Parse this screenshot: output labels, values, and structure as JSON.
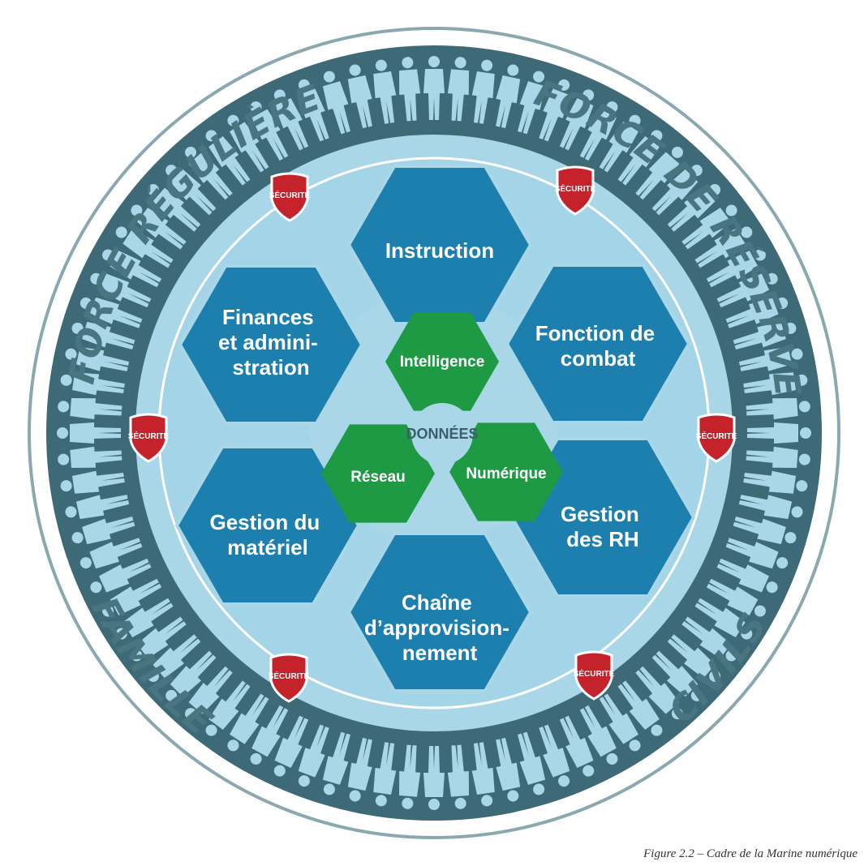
{
  "outer_labels": {
    "top_left": "FORCE RÉGULIÈRE",
    "top_right": "FORCE DE RÉSERVE",
    "bottom_left": "FAMILLE",
    "bottom_right": "CIVILS"
  },
  "capabilities": [
    {
      "id": "instruction",
      "lines": [
        "Instruction"
      ]
    },
    {
      "id": "fonction-de-combat",
      "lines": [
        "Fonction de",
        "combat"
      ]
    },
    {
      "id": "gestion-des-rh",
      "lines": [
        "Gestion",
        "des RH"
      ]
    },
    {
      "id": "chaine-approvisionnement",
      "lines": [
        "Chaîne",
        "d’approvision-",
        "nement"
      ]
    },
    {
      "id": "gestion-du-materiel",
      "lines": [
        "Gestion du",
        "matériel"
      ]
    },
    {
      "id": "finances-administration",
      "lines": [
        "Finances",
        "et admini-",
        "stration"
      ]
    }
  ],
  "core": {
    "center": "DONNÉES",
    "items": [
      "Intelligence",
      "Réseau",
      "Numérique"
    ]
  },
  "security_label": "SÉCURITÉ",
  "caption": "Figure 2.2 – Cadre de la Marine numérique",
  "colors": {
    "outer_ring": "#3d6a76",
    "light_ring": "#a9d7e8",
    "people": "#a9d7e8",
    "hexagon": "#1c7fae",
    "core_green": "#1e9a45",
    "shield_red": "#c4232b"
  }
}
